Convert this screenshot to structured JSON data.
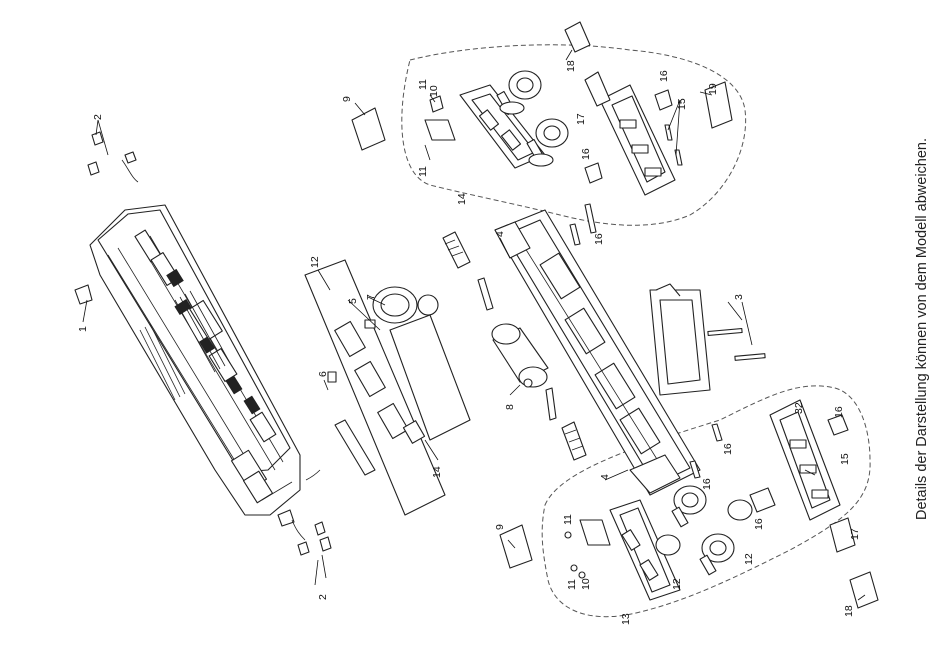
{
  "caption": "Details der Darstellung können von dem Modell abweichen.",
  "labels": {
    "l1": "1",
    "l2a": "2",
    "l2b": "2",
    "l3": "3",
    "l4a": "4",
    "l4b": "4",
    "l5": "5",
    "l6": "6",
    "l7": "7",
    "l8": "8",
    "l9a": "9",
    "l9b": "9",
    "l10a": "10",
    "l10b": "10",
    "l11a": "11",
    "l11b": "11",
    "l11c": "11",
    "l11d": "11",
    "l12a": "12",
    "l12b": "12",
    "l12c": "12",
    "l13": "13",
    "l14a": "14",
    "l14b": "14",
    "l15a": "15",
    "l15b": "15",
    "l16a": "16",
    "l16b": "16",
    "l16c": "16",
    "l16d": "16",
    "l16e": "16",
    "l16f": "16",
    "l16g": "16",
    "l17a": "17",
    "l17b": "17",
    "l18a": "18",
    "l18b": "18",
    "l19": "19",
    "l32": "32"
  }
}
